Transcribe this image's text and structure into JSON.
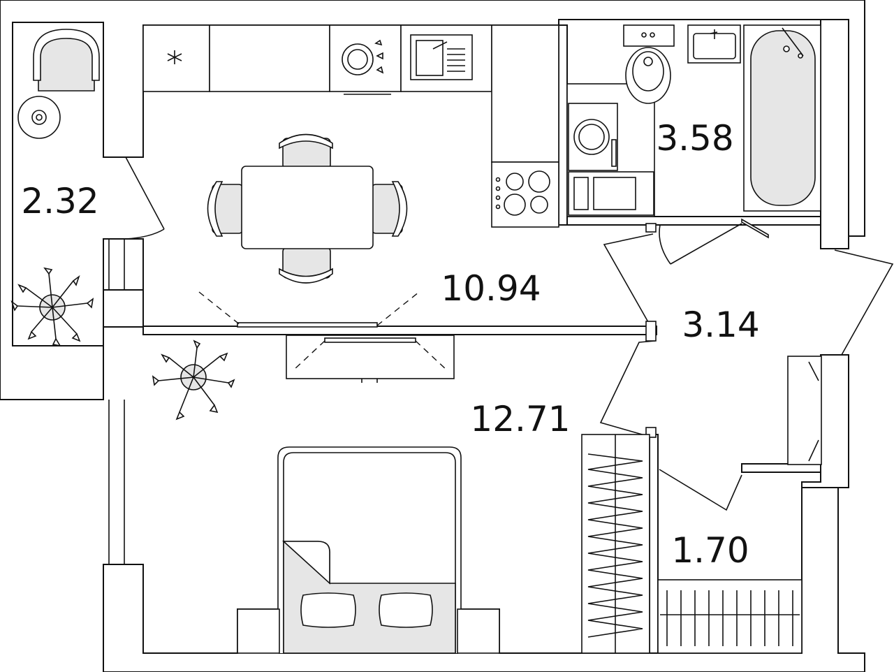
{
  "rooms": [
    {
      "id": "balcony",
      "area": "2.32"
    },
    {
      "id": "kitchen",
      "area": "10.94"
    },
    {
      "id": "bathroom",
      "area": "3.58"
    },
    {
      "id": "hallway",
      "area": "3.14"
    },
    {
      "id": "bedroom",
      "area": "12.71"
    },
    {
      "id": "storage",
      "area": "1.70"
    }
  ],
  "colors": {
    "line": "#111111",
    "furniture_fill": "#e6e6e6",
    "background": "#ffffff"
  },
  "icons": [
    "chair-icon",
    "fan-icon",
    "plant-icon",
    "star-icon",
    "dishwasher-icon",
    "sink-icon",
    "stove-icon",
    "microwave-icon",
    "washing-machine-icon",
    "toilet-icon",
    "bathtub-icon",
    "bed-icon",
    "pillow-icon",
    "wardrobe-icon"
  ]
}
